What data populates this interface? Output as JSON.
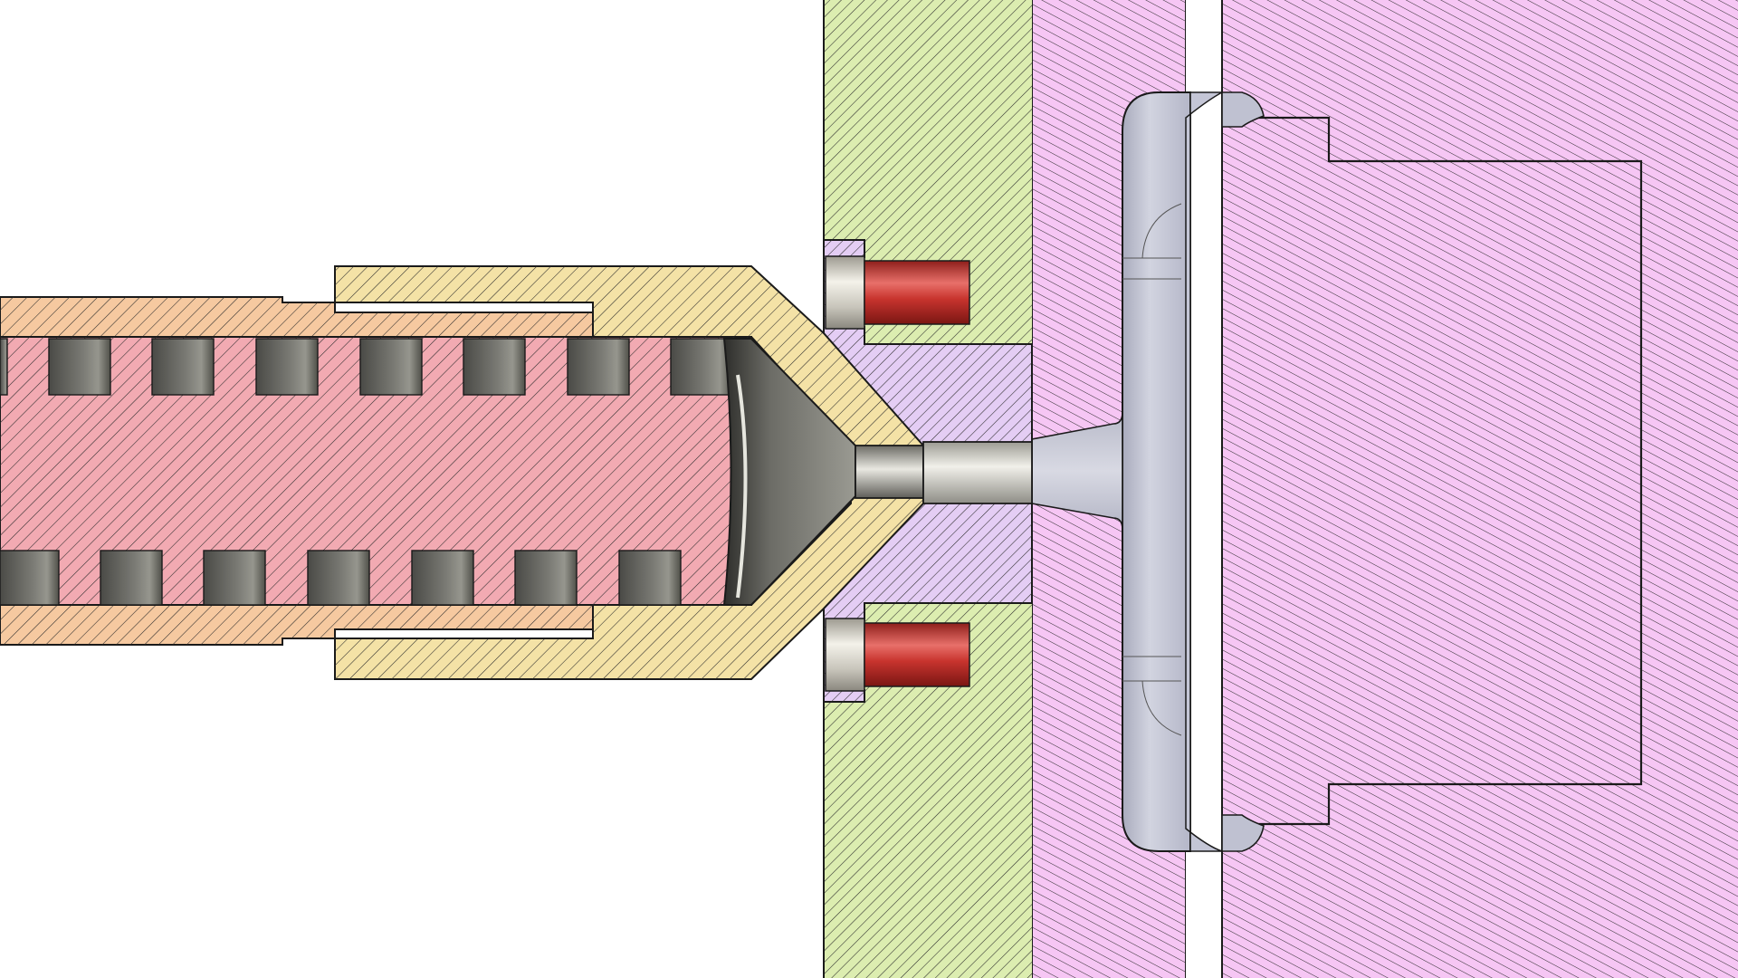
{
  "diagram": {
    "subject": "injection-molding-nozzle-sprue-cross-section",
    "colors": {
      "background": "#ffffff",
      "outline": "#1a1a1a",
      "hatch": "#2a2a2a",
      "barrel_fill": "#f6c9a0",
      "nozzle_body_fill": "#f4e2a6",
      "screw_fill": "#f2aab2",
      "flight_steel": "#6e6e68",
      "flight_steel_dark": "#3e3e3a",
      "locating_ring_fill": "#dcedb0",
      "sprue_bushing_fill": "#e4cdf4",
      "mold_plate_fill": "#f6c6f4",
      "cavity_fill": "#c4c6d6",
      "sprue_fill": "#c9cbd8",
      "bolt_red": "#c8342e",
      "bolt_red_light": "#e8706a",
      "bolt_silver": "#d6d4cc"
    },
    "parts": [
      {
        "id": "barrel",
        "hatch": "forward"
      },
      {
        "id": "nozzle-body",
        "hatch": "forward"
      },
      {
        "id": "screw",
        "hatch": "forward"
      },
      {
        "id": "screw-flights",
        "count_top": 7,
        "count_bottom": 7
      },
      {
        "id": "nozzle-tip",
        "material": "steel"
      },
      {
        "id": "locating-ring",
        "hatch": "forward"
      },
      {
        "id": "sprue-bushing",
        "hatch": "forward"
      },
      {
        "id": "socket-head-bolts",
        "count": 2
      },
      {
        "id": "fixed-mold-plate",
        "hatch": "backward"
      },
      {
        "id": "moving-mold-plate",
        "hatch": "backward"
      },
      {
        "id": "sprue-runner-cavity",
        "material": "plastic"
      }
    ]
  }
}
